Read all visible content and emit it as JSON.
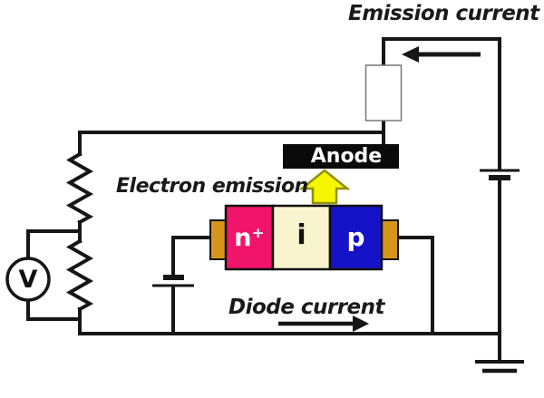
{
  "figure": {
    "type": "circuit-diagram",
    "subject": "n+/i/p diode with anode electron emission measurement circuit"
  },
  "labels": {
    "emission_current": "Emission current",
    "electron_emission": "Electron emission",
    "anode": "Anode",
    "diode_current": "Diode current",
    "voltmeter": "V",
    "region_n": "n⁺",
    "region_i": "i",
    "region_p": "p"
  },
  "colors": {
    "wire": "#161616",
    "n_region": "#F0156B",
    "i_region": "#F8F4CE",
    "p_region": "#1512C8",
    "contact": "#D6951B",
    "anode_bg": "#0a0a0a",
    "emitter_box_border": "#777777",
    "emission_arrow_fill": "#F6F600",
    "emission_arrow_stroke": "#8F9000"
  }
}
